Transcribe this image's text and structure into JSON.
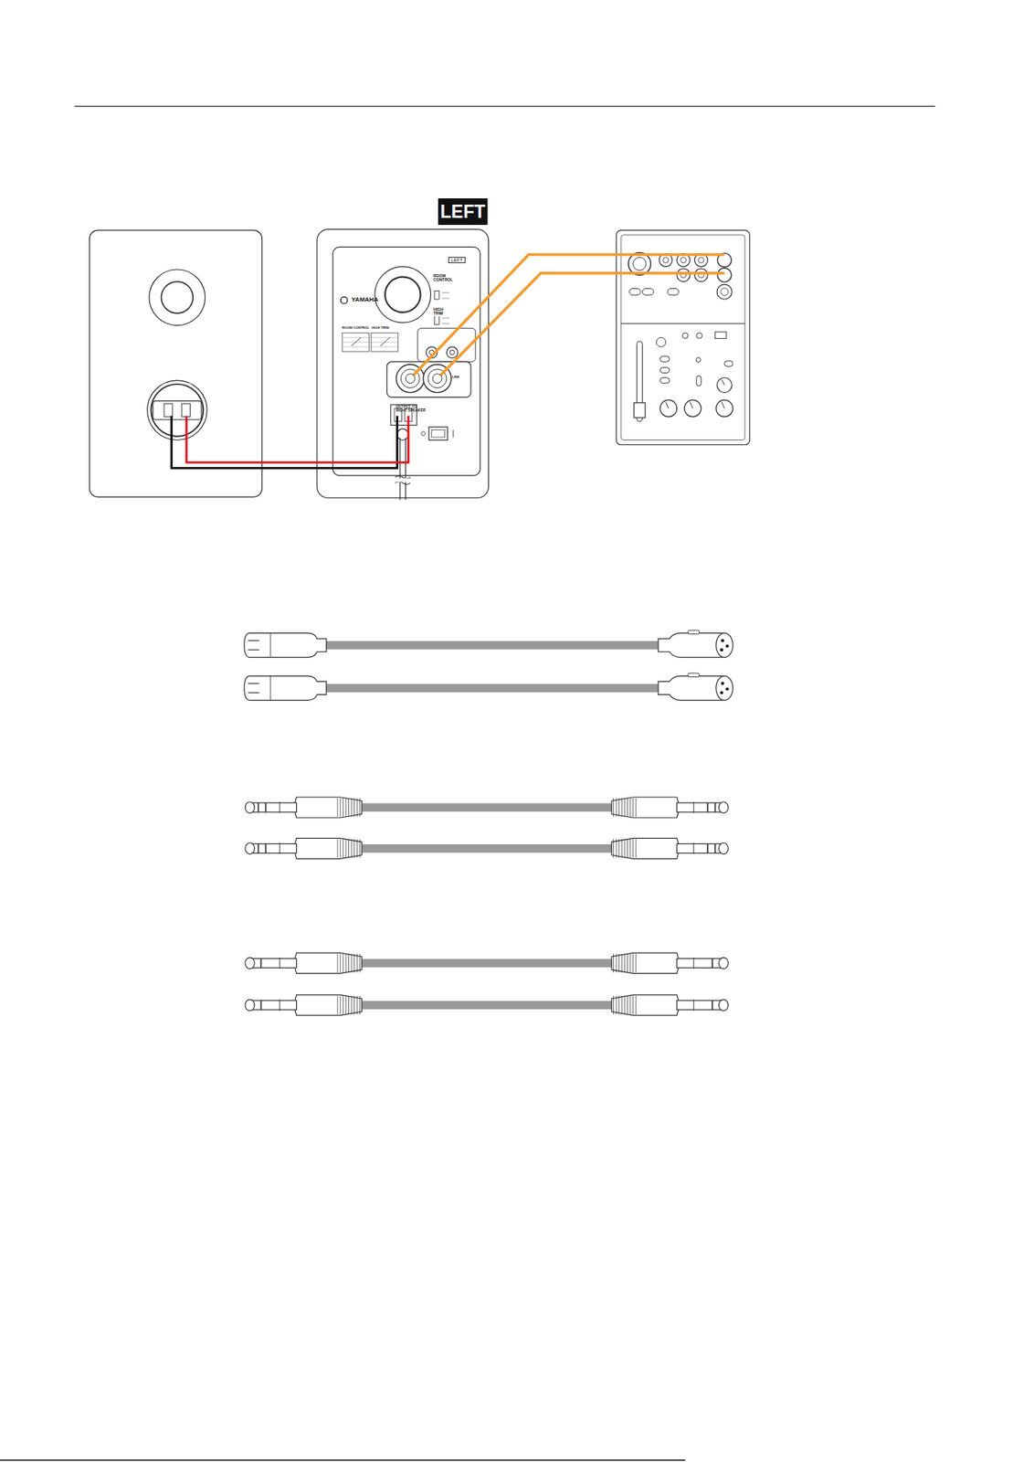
{
  "diagram": {
    "labels": [
      "LEFT",
      "LEFT",
      "YAMAHA",
      "ROOM CONTROL",
      "HIGH TRIM",
      "ROOM CONTROL",
      "HIGH TRIM",
      "OUTPUT TO RIGHT SPEAKER",
      "LINE"
    ]
  }
}
